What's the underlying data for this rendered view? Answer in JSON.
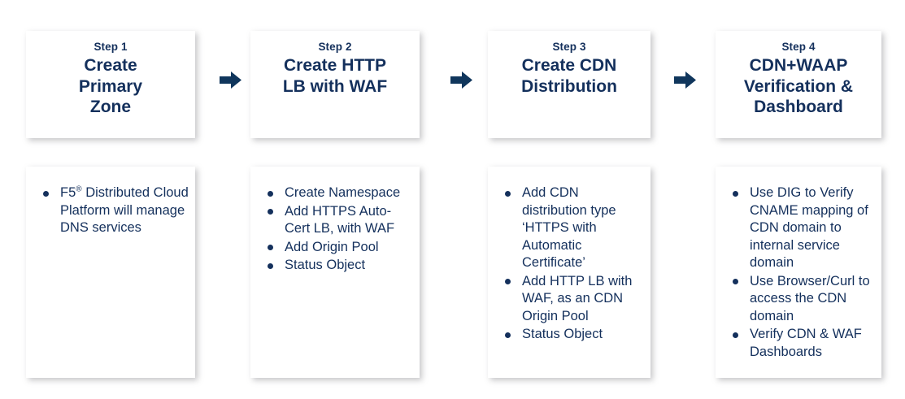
{
  "diagram": {
    "type": "horizontal-step-flow",
    "accent_color": "#14305c",
    "card_background": "#ffffff",
    "page_background": "#ffffff",
    "arrow_icon": "arrow-right-icon",
    "bullet_icon": "bullet-dot-icon",
    "steps": [
      {
        "step_label": "Step 1",
        "title": "Create\nPrimary\nZone",
        "bullets": [
          {
            "prefix": "F5",
            "superscript": "®",
            "suffix": " Distributed Cloud Platform will manage DNS services"
          }
        ]
      },
      {
        "step_label": "Step 2",
        "title": "Create HTTP\nLB with WAF",
        "bullets": [
          {
            "text": "Create Namespace"
          },
          {
            "text": "Add HTTPS Auto-Cert LB, with WAF"
          },
          {
            "text": "Add Origin Pool"
          },
          {
            "text": "Status Object"
          }
        ]
      },
      {
        "step_label": "Step 3",
        "title": "Create CDN\nDistribution",
        "bullets": [
          {
            "text": "Add CDN distribution type ‘HTTPS with Automatic Certificate’"
          },
          {
            "text": "Add HTTP LB with WAF, as an CDN Origin Pool"
          },
          {
            "text": "Status Object"
          }
        ]
      },
      {
        "step_label": "Step 4",
        "title": "CDN+WAAP\nVerification &\nDashboard",
        "bullets": [
          {
            "text": "Use DIG to Verify CNAME mapping of CDN domain to internal service domain"
          },
          {
            "text": "Use Browser/Curl to access the CDN domain"
          },
          {
            "text": "Verify CDN & WAF Dashboards"
          }
        ]
      }
    ]
  }
}
